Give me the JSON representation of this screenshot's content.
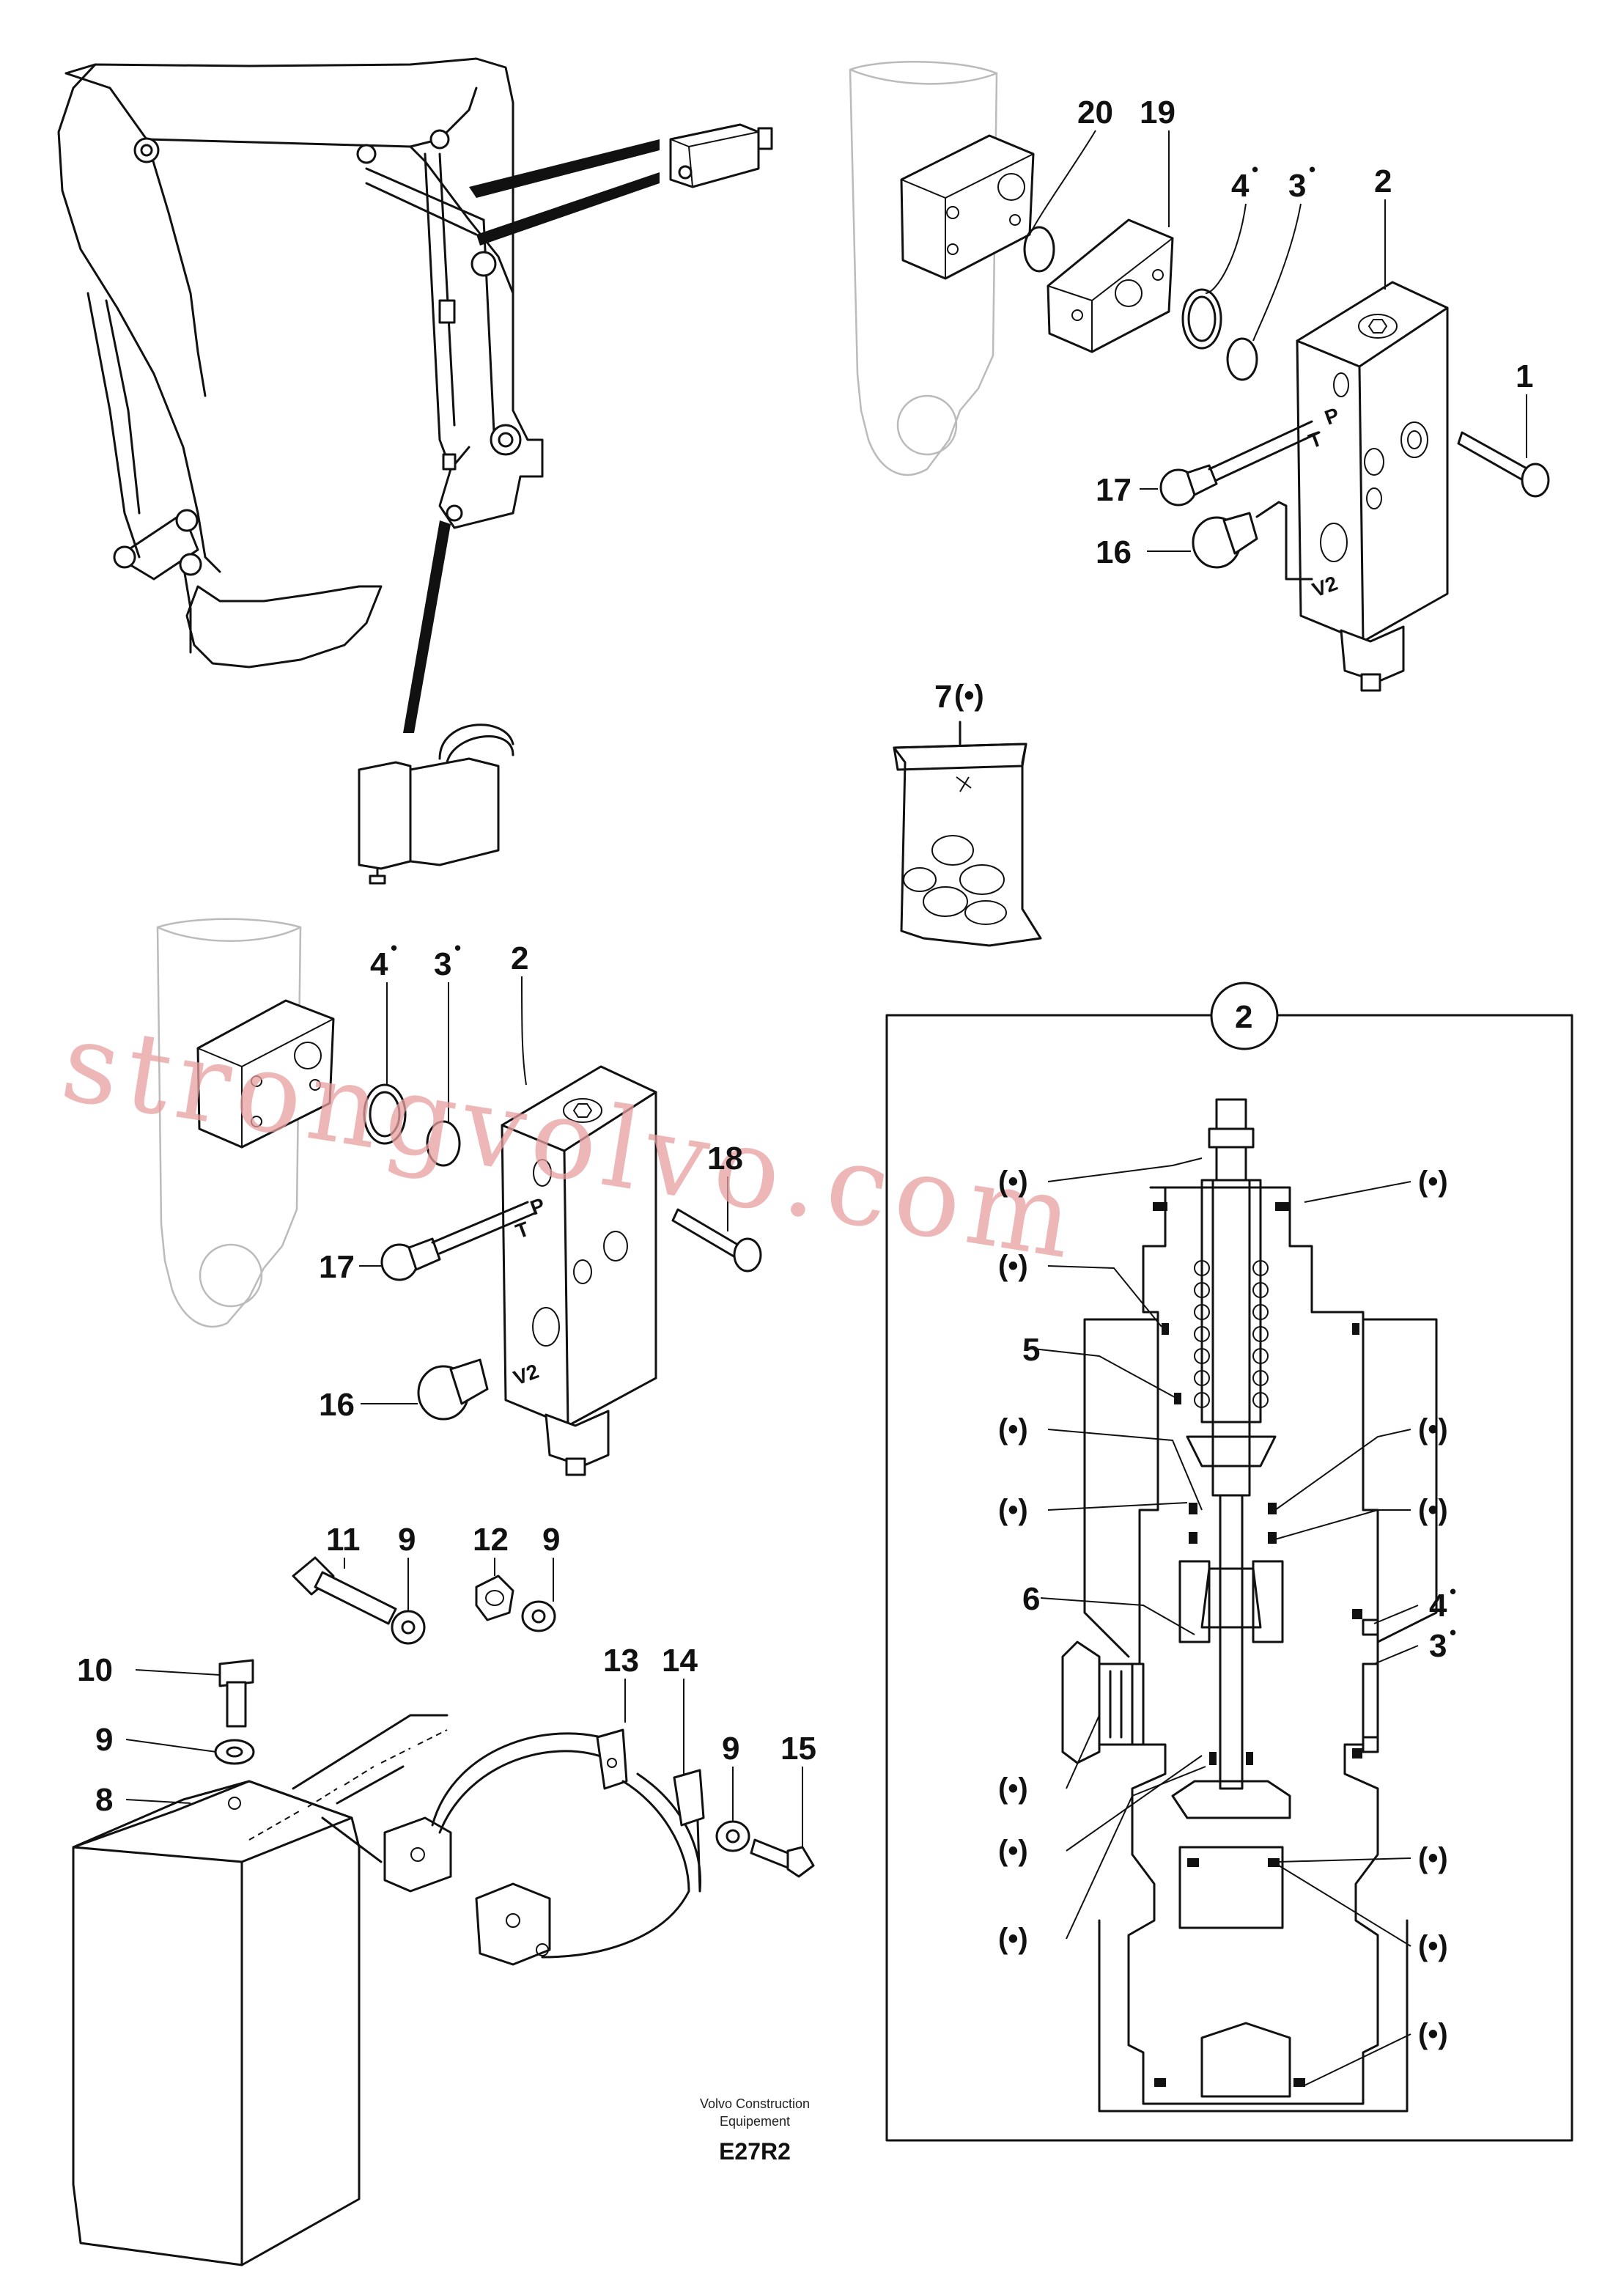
{
  "callouts": {
    "main_1": "1",
    "main_2": "2",
    "main_3": "3",
    "main_4": "4",
    "main_7": "7",
    "main_7_marker": "(•)",
    "main_16": "16",
    "main_17": "17",
    "main_19": "19",
    "main_20": "20",
    "mid_2": "2",
    "mid_3": "3",
    "mid_4": "4",
    "mid_16": "16",
    "mid_17": "17",
    "mid_18": "18",
    "lower_8": "8",
    "lower_9a": "9",
    "lower_9b": "9",
    "lower_9c": "9",
    "lower_9d": "9",
    "lower_10": "10",
    "lower_11": "11",
    "lower_12": "12",
    "lower_13": "13",
    "lower_14": "14",
    "lower_15": "15",
    "detail_circle": "2",
    "detail_3": "3",
    "detail_4": "4",
    "detail_5": "5",
    "detail_6": "6"
  },
  "bullet_mark": "•",
  "seal_marker": "(•)",
  "ports": {
    "p": "P",
    "t": "T",
    "v2": "V2"
  },
  "watermark": "strongvolvo.com",
  "footer": {
    "line1": "Volvo Construction",
    "line2": "Equipement",
    "code": "E27R2"
  }
}
